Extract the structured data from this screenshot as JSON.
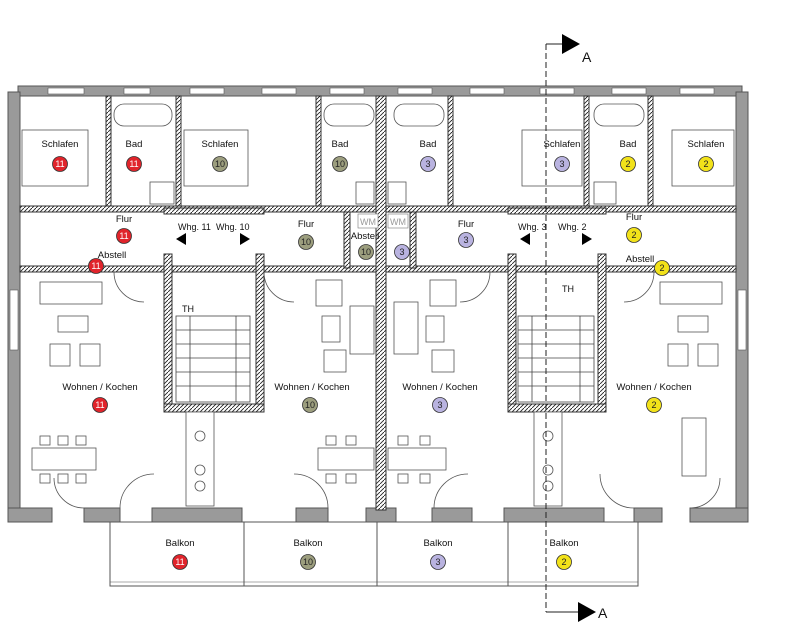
{
  "section_marker": {
    "label": "A"
  },
  "colors": {
    "unit_11": "#e0242b",
    "unit_10": "#9c9e7e",
    "unit_3": "#b9b3e0",
    "unit_2": "#f2e21a",
    "wall": "#9a9a9a"
  },
  "rooms": [
    {
      "id": "schlafen-11",
      "label": "Schlafen",
      "unit": "11"
    },
    {
      "id": "bad-11",
      "label": "Bad",
      "unit": "11"
    },
    {
      "id": "schlafen-10",
      "label": "Schlafen",
      "unit": "10"
    },
    {
      "id": "bad-10",
      "label": "Bad",
      "unit": "10"
    },
    {
      "id": "bad-3",
      "label": "Bad",
      "unit": "3"
    },
    {
      "id": "schlafen-3",
      "label": "Schlafen",
      "unit": "3"
    },
    {
      "id": "bad-2",
      "label": "Bad",
      "unit": "2"
    },
    {
      "id": "schlafen-2",
      "label": "Schlafen",
      "unit": "2"
    },
    {
      "id": "flur-11",
      "label": "Flur",
      "unit": "11"
    },
    {
      "id": "abstell-11",
      "label": "Abstell",
      "unit": "11"
    },
    {
      "id": "flur-10",
      "label": "Flur",
      "unit": "10"
    },
    {
      "id": "abstell-10",
      "label": "Abstell",
      "unit": "10"
    },
    {
      "id": "abstell-3",
      "label": "",
      "unit": "3"
    },
    {
      "id": "flur-3",
      "label": "Flur",
      "unit": "3"
    },
    {
      "id": "flur-2",
      "label": "Flur",
      "unit": "2"
    },
    {
      "id": "abstell-2",
      "label": "Abstell",
      "unit": "2"
    },
    {
      "id": "wohnen-11",
      "label": "Wohnen / Kochen",
      "unit": "11"
    },
    {
      "id": "wohnen-10",
      "label": "Wohnen / Kochen",
      "unit": "10"
    },
    {
      "id": "wohnen-3",
      "label": "Wohnen / Kochen",
      "unit": "3"
    },
    {
      "id": "wohnen-2",
      "label": "Wohnen / Kochen",
      "unit": "2"
    },
    {
      "id": "balkon-11",
      "label": "Balkon",
      "unit": "11"
    },
    {
      "id": "balkon-10",
      "label": "Balkon",
      "unit": "10"
    },
    {
      "id": "balkon-3",
      "label": "Balkon",
      "unit": "3"
    },
    {
      "id": "balkon-2",
      "label": "Balkon",
      "unit": "2"
    }
  ],
  "stair_labels": {
    "left_whg_a": "Whg. 11",
    "left_whg_b": "Whg. 10",
    "right_whg_a": "Whg. 3",
    "right_whg_b": "Whg. 2",
    "th": "TH",
    "wm": "WM"
  }
}
